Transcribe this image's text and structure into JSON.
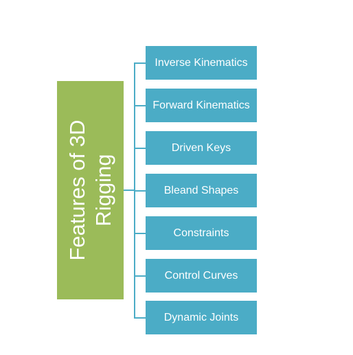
{
  "diagram": {
    "root": {
      "label": "Features of 3D Rigging"
    },
    "children": [
      {
        "label": "Inverse Kinematics"
      },
      {
        "label": "Forward Kinematics"
      },
      {
        "label": "Driven Keys"
      },
      {
        "label": "Bleand Shapes"
      },
      {
        "label": "Constraints"
      },
      {
        "label": "Control Curves"
      },
      {
        "label": "Dynamic Joints"
      }
    ],
    "colors": {
      "root_fill": "#9bbb59",
      "child_fill": "#4bacc6",
      "connector": "#4bacc6",
      "text": "#ffffff"
    }
  }
}
